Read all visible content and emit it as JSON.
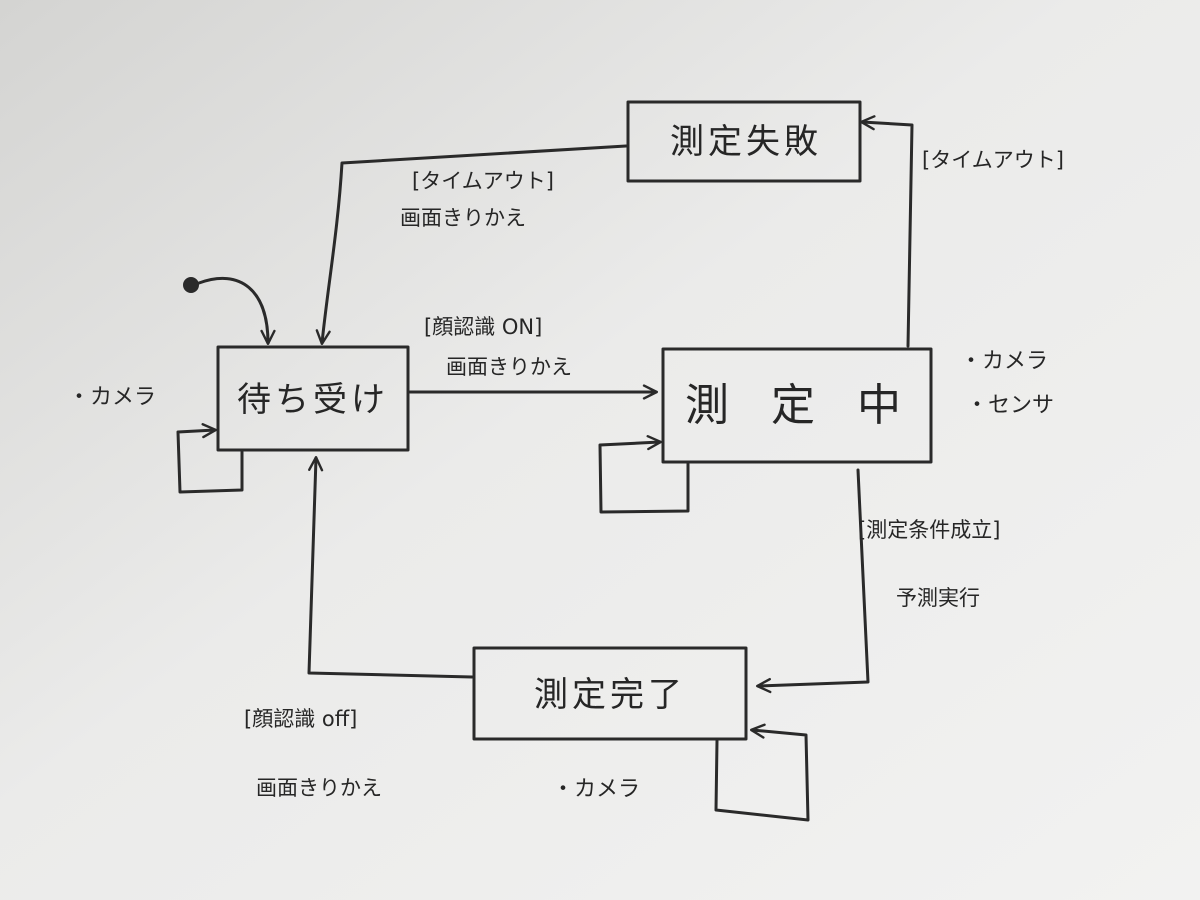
{
  "diagram": {
    "states": {
      "waiting": {
        "label": "待ち受け",
        "notes": [
          "・カメラ"
        ]
      },
      "measuring": {
        "label": "測 定 中",
        "notes": [
          "・カメラ",
          "・センサ"
        ]
      },
      "completed": {
        "label": "測定完了",
        "notes": [
          "・カメラ"
        ]
      },
      "failed": {
        "label": "測定失敗",
        "notes": []
      }
    },
    "transitions": {
      "waiting_to_measuring": {
        "guard": "[顔認識 ON]",
        "action": "画面きりかえ"
      },
      "measuring_to_failed": {
        "guard": "[タイムアウト]"
      },
      "failed_to_waiting": {
        "guard": "[タイムアウト]",
        "action": "画面きりかえ"
      },
      "measuring_to_completed": {
        "guard": "[測定条件成立]",
        "action": "予測実行"
      },
      "completed_to_waiting": {
        "guard": "[顔認識 off]",
        "action": "画面きりかえ"
      }
    },
    "colors": {
      "ink": "#2a2a2a",
      "board": "#e8e8e6"
    }
  }
}
